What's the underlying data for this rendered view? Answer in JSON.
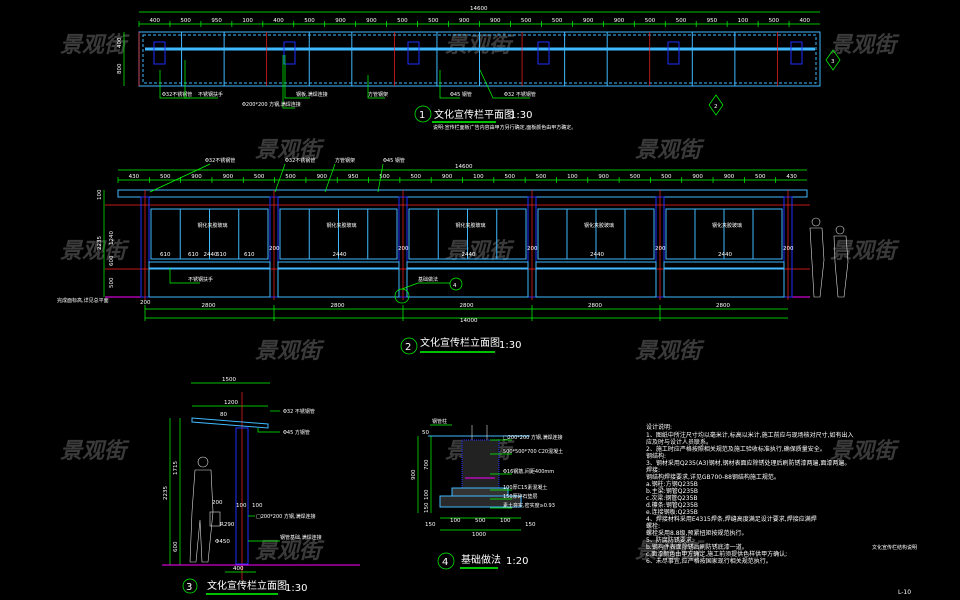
{
  "watermark": "景观街",
  "plan": {
    "total_dim": "14600",
    "dims": [
      "400",
      "500",
      "950",
      "100",
      "400",
      "500",
      "900",
      "900",
      "500",
      "500",
      "900",
      "900",
      "500",
      "500",
      "900",
      "900",
      "500",
      "500",
      "950",
      "100",
      "500",
      "400"
    ],
    "side_dims": [
      "400",
      "800"
    ],
    "labels": [
      "Φ32不锈钢管",
      "不锈钢扶手",
      "钢板,满焊连接",
      "Φ200*200 方钢,满焊连接",
      "方管钢架",
      "Φ45 钢管",
      "Φ32 不锈钢管"
    ],
    "number": "1",
    "title": "文化宣传栏平面图",
    "scale": "1:30",
    "note": "说明:宣传栏面板广告内容由甲方另行确定,面板颜色由甲方确定。",
    "ref_a": "3",
    "ref_b": "2"
  },
  "elevation": {
    "total_dim": "14600",
    "dims": [
      "430",
      "500",
      "900",
      "900",
      "500",
      "500",
      "900",
      "950",
      "500",
      "500",
      "900",
      "100",
      "500",
      "500",
      "100",
      "900",
      "500",
      "500",
      "900",
      "900",
      "500",
      "430"
    ],
    "top_labels": [
      "Φ32不锈钢管",
      "Φ32不锈钢管",
      "方管钢架",
      "Φ45 钢管"
    ],
    "panel_labels": [
      "钢化夹胶玻璃",
      "钢化夹胶玻璃",
      "钢化夹胶玻璃",
      "钢化夹胶玻璃",
      "钢化夹胶玻璃"
    ],
    "panel_widths": [
      "2440",
      "2440",
      "2440",
      "2440",
      "2440"
    ],
    "sub_dims": [
      "610",
      "610",
      "610",
      "610"
    ],
    "post_dim": "200",
    "left_dims": [
      "100",
      "1240",
      "500",
      "600",
      "2235"
    ],
    "bottom_dims": [
      "2800",
      "2800",
      "2800",
      "2800",
      "2800"
    ],
    "bottom_total": "14000",
    "base_dim": "200",
    "label_handrail": "不锈钢扶手",
    "label_foundation": "基础做法",
    "label_ground": "完成面标高,详见总平面",
    "detail_ref": "4",
    "number": "2",
    "title": "文化宣传栏立面图",
    "scale": "1:30"
  },
  "section": {
    "dims_top": [
      "1500",
      "1200"
    ],
    "dim_small": "80",
    "labels": [
      "Φ32 不锈钢管",
      "Φ45 方钢管",
      "□200*200 方钢,满焊连接",
      "钢管基础,满焊连接"
    ],
    "left_dims": [
      "2235",
      "1715",
      "600"
    ],
    "mid_dims": [
      "200",
      "100",
      "100"
    ],
    "angle_labels": [
      "R290",
      "Φ450"
    ],
    "bottom_dim": "400",
    "number": "3",
    "title": "文化宣传栏立面图",
    "scale": "1:30"
  },
  "foundation": {
    "top_label": "钢管柱",
    "labels": [
      "□200*200 方钢,满焊连接",
      "500*500*700 C20混凝土",
      "Φ16钢筋,间距400mm",
      "100厚C15素混凝土",
      "150厚碎石垫层",
      "素土夯实,密实度≥0.93"
    ],
    "left_dims": [
      "50",
      "700",
      "900",
      "100",
      "150"
    ],
    "bottom_dims": [
      "150",
      "100",
      "500",
      "100",
      "150"
    ],
    "bottom_total": "1000",
    "number": "4",
    "title": "基础做法",
    "scale": "1:20"
  },
  "notes": {
    "heading": "设计说明:",
    "lines": [
      "1、图纸中所注尺寸均以毫米计,标高以米计,施工前应与现场核对尺寸,如有出入",
      "应及时与设计人员联系。",
      "2、施工时应严格按照相关规范及施工验收标准执行,确保质量安全。",
      "钢结构:",
      "3、钢材采用Q235(A3)钢材,钢材表面应除锈处理后刷防锈漆两遍,面漆两遍。",
      "焊接:",
      "钢结构焊接要求,详见GB700-88钢结构施工规范。",
      "a.钢柱:方钢Q235B",
      "b.主梁:钢管Q235B",
      "c.次梁:钢管Q235B",
      "d.檩条:钢管Q235B",
      "e.连接钢板:Q235B",
      "4、焊接材料采用E4315焊条,焊缝高度满足设计要求,焊接应满焊",
      "螺栓:",
      "螺栓采用8.8级,预紧扭矩按规范执行。",
      "5、防腐防锈要求:",
      "b.钢构件表面除锈后刷防锈底漆一道。",
      "c.面漆颜色由甲方确定,施工前须提供色样供甲方确认;",
      "6、未尽事宜,应严格按国家现行相关规范执行。"
    ],
    "side_label": "文化宣传栏结构说明",
    "sheet": "L-10"
  }
}
